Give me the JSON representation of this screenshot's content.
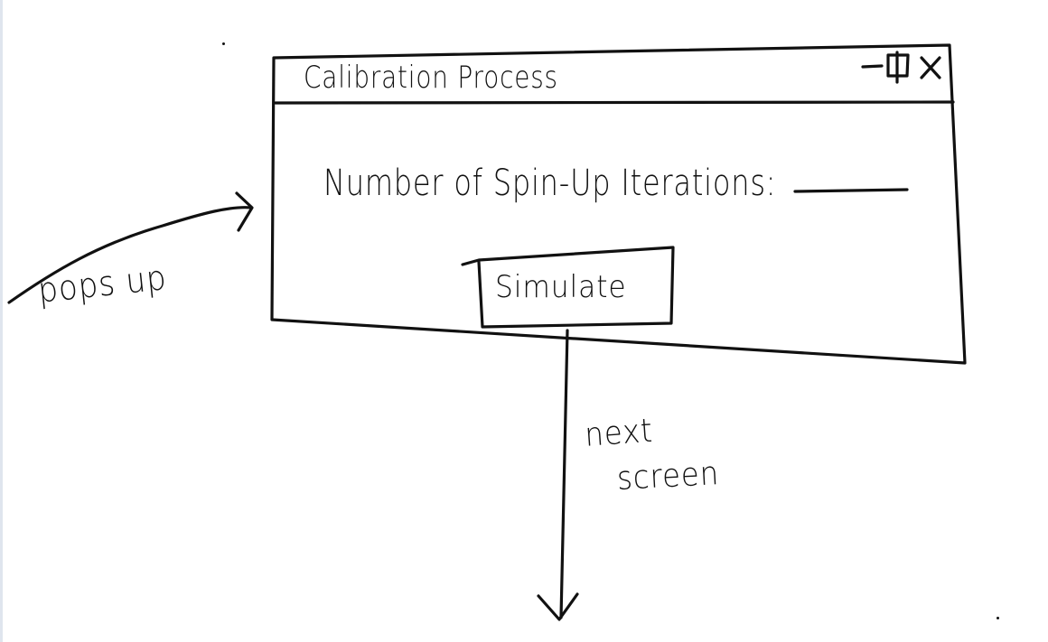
{
  "dialog": {
    "title": "Calibration Process",
    "field_label": "Number of Spin-Up Iterations:",
    "field_value": "",
    "simulate_label": "Simulate",
    "controls": {
      "minimize_icon": "minimize-icon",
      "maximize_icon": "maximize-icon",
      "close_icon": "close-icon"
    }
  },
  "annotations": {
    "pops_up": "pops up",
    "next": "next",
    "screen": "screen"
  },
  "colors": {
    "ink": "#111111",
    "paper": "#ffffff"
  }
}
